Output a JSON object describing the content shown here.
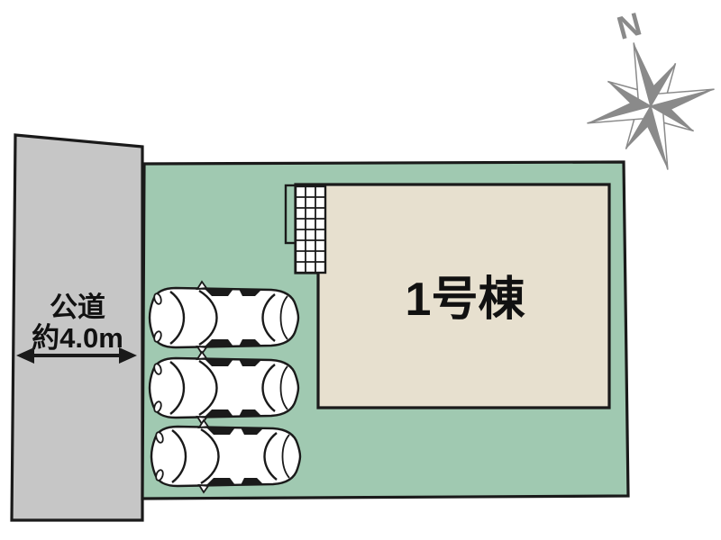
{
  "colors": {
    "road_gray": "#c6c6c6",
    "plot_green": "#a0c9b1",
    "building_beige": "#e7e0cf",
    "outline_black": "#1a1a1a",
    "compass_gray": "#8a8a8a",
    "car_white": "#ffffff"
  },
  "road": {
    "label_line1": "公道",
    "label_line2": "約4.0m"
  },
  "building": {
    "label": "1号棟"
  },
  "parking": {
    "car_count": 3
  },
  "compass": {
    "label": "N"
  }
}
